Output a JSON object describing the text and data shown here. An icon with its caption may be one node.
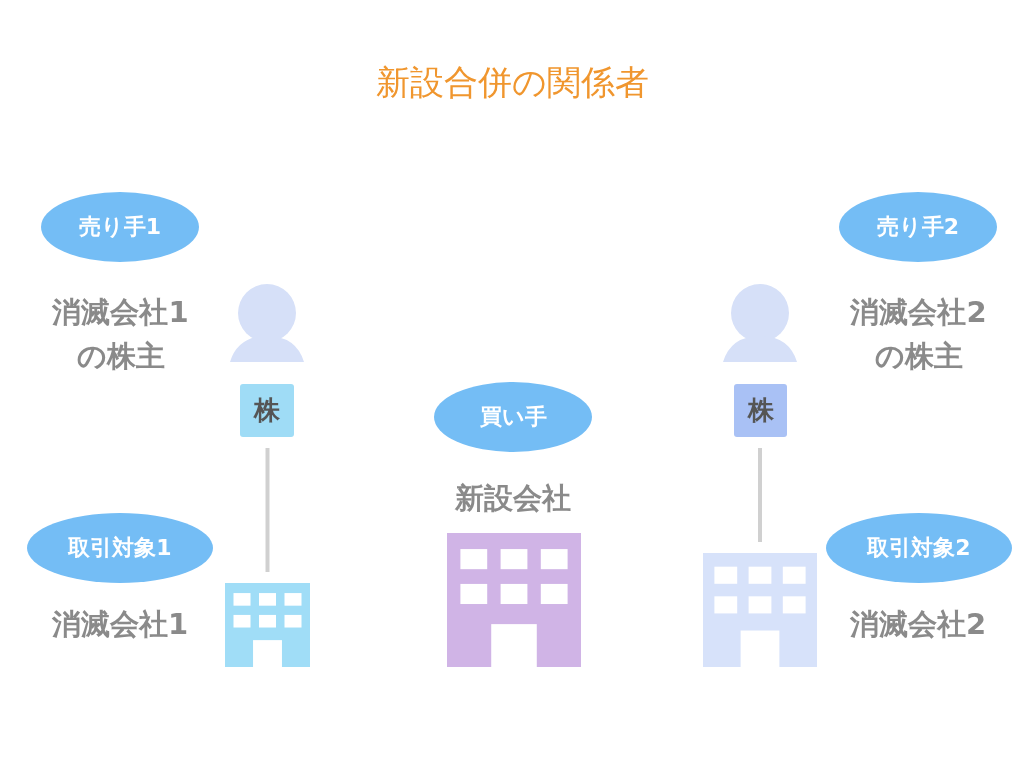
{
  "diagram": {
    "title": "新設合併の関係者",
    "nodes": [
      {
        "text": [
          "売り手1"
        ]
      },
      {
        "text": [],
        "shape": "person",
        "beside": [
          "消滅会社1の株主"
        ]
      },
      {
        "text": [
          "株"
        ]
      },
      {
        "text": [
          "取引対象1"
        ]
      },
      {
        "text": [],
        "shape": "building",
        "beside": [
          "消滅会社1"
        ]
      },
      {
        "text": [
          "買い手"
        ]
      },
      {
        "text": [],
        "shape": "building",
        "beside": [
          "新設会社"
        ]
      },
      {
        "text": [
          "売り手2"
        ]
      },
      {
        "text": [],
        "shape": "person",
        "beside": [
          "消滅会社2の株主"
        ]
      },
      {
        "text": [
          "株"
        ]
      },
      {
        "text": [
          "取引対象2"
        ]
      },
      {
        "text": [],
        "shape": "building",
        "beside": [
          "消滅会社2"
        ]
      }
    ],
    "edges": [
      {
        "from": 2,
        "to": 4,
        "arrow": "none"
      },
      {
        "from": 9,
        "to": 11,
        "arrow": "none"
      }
    ]
  }
}
